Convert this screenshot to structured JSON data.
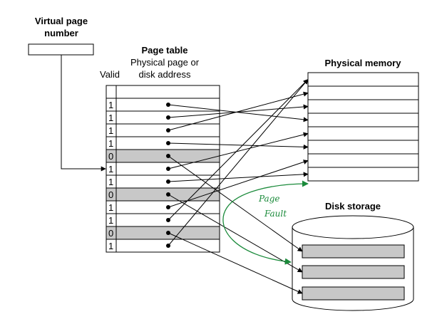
{
  "labels": {
    "virtual_page_line1": "Virtual page",
    "virtual_page_line2": "number",
    "page_table_title": "Page table",
    "page_table_sub1": "Physical page or",
    "page_table_sub2": "disk address",
    "valid_label": "Valid",
    "physical_memory": "Physical memory",
    "disk_storage": "Disk storage"
  },
  "annotation": {
    "line1": "Page",
    "line2": "Fault"
  },
  "page_table": {
    "valid_bits": [
      "1",
      "1",
      "1",
      "1",
      "0",
      "1",
      "1",
      "0",
      "1",
      "1",
      "0",
      "1"
    ]
  },
  "colors": {
    "invalid_row": "#c8c8c8",
    "disk_slot": "#c8c8c8",
    "annotation": "#1a8a3a"
  }
}
